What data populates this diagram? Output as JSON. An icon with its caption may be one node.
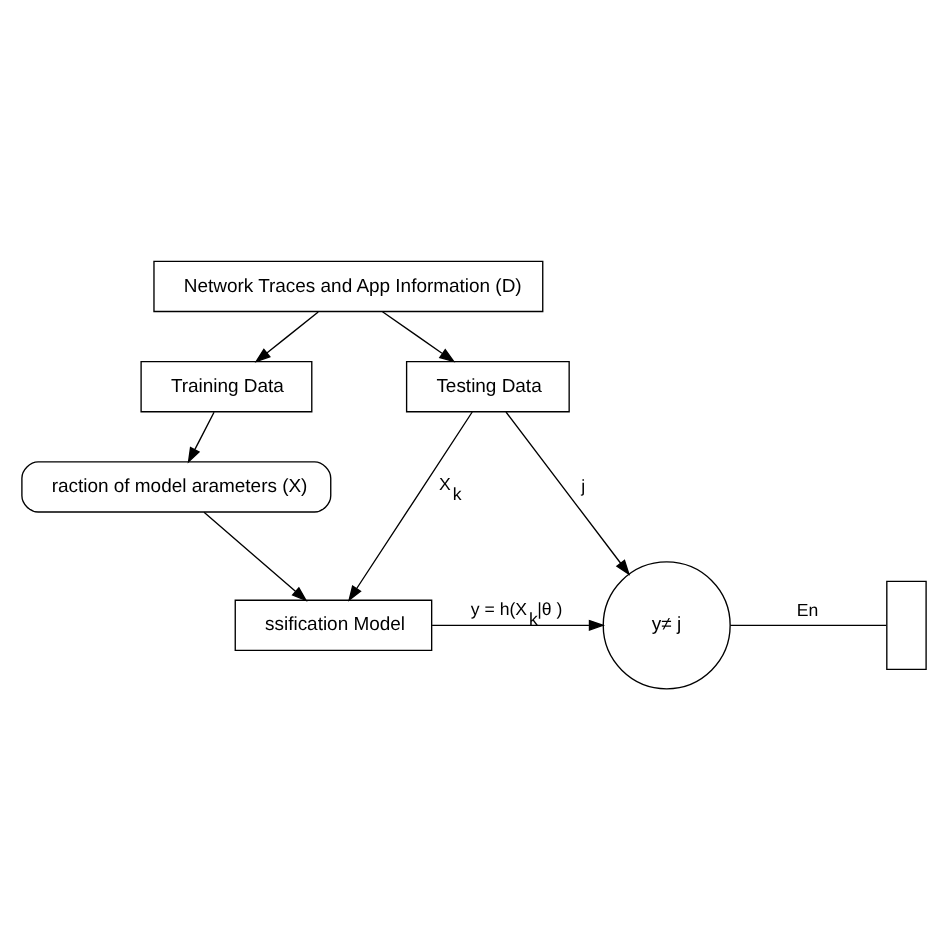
{
  "diagram": {
    "nodes": [
      {
        "text": [
          "Network Traces and App Information (D)"
        ]
      },
      {
        "text": [
          "Training Data"
        ]
      },
      {
        "text": [
          "Testing Data"
        ]
      },
      {
        "text": [
          "raction of model arameters (X)"
        ]
      },
      {
        "text": [
          "ssification Model"
        ]
      },
      {
        "text": [
          "y≠ j"
        ]
      },
      {
        "text": [],
        "shape": "box"
      }
    ],
    "edges": [
      {
        "from": 0,
        "to": 1,
        "arrow": "to"
      },
      {
        "from": 0,
        "to": 2,
        "arrow": "to"
      },
      {
        "from": 1,
        "to": 3,
        "arrow": "to"
      },
      {
        "from": 3,
        "to": 4,
        "arrow": "to"
      },
      {
        "from": 2,
        "to": 4,
        "arrow": "to",
        "label": "X$_{k}$"
      },
      {
        "from": 2,
        "to": 5,
        "arrow": "to",
        "label": "j"
      },
      {
        "from": 4,
        "to": 5,
        "arrow": "to",
        "label": "y = h(X$_{k}$|θ )"
      },
      {
        "from": 5,
        "to": 6,
        "arrow": "none",
        "label": "En"
      }
    ]
  }
}
